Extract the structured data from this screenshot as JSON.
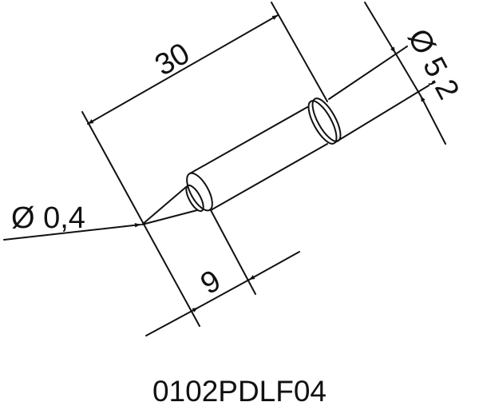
{
  "drawing": {
    "dimension_length_total": "30",
    "dimension_tip_length": "9",
    "dimension_shaft_diameter": "Ø 5,2",
    "dimension_tip_diameter": "Ø 0,4",
    "part_number": "0102PDLF04"
  },
  "colors": {
    "line": "#111111",
    "background": "#ffffff"
  }
}
